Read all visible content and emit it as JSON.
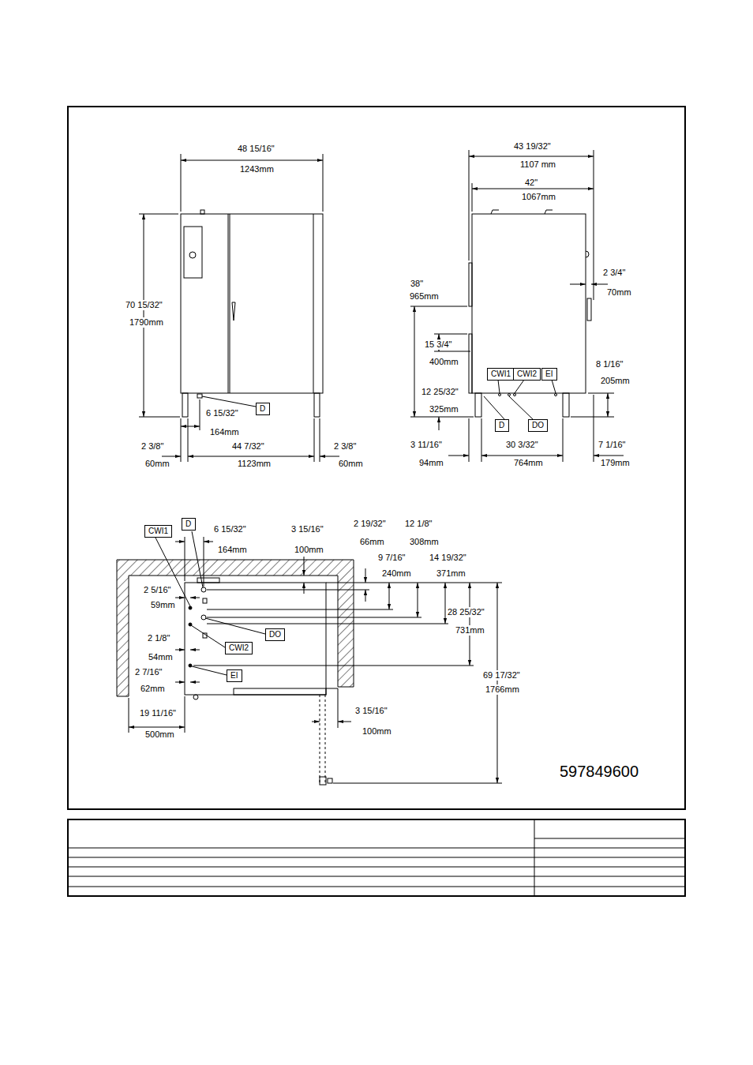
{
  "diagram": {
    "nodes": [
      {
        "text": [
          "D"
        ]
      },
      {
        "text": [
          "CWI1"
        ]
      },
      {
        "text": [
          "CWI2"
        ]
      },
      {
        "text": [
          "EI"
        ]
      },
      {
        "text": [
          "D"
        ]
      },
      {
        "text": [
          "DO"
        ]
      },
      {
        "text": [
          "CWI1"
        ]
      },
      {
        "text": [
          "D"
        ]
      },
      {
        "text": [
          "DO"
        ]
      },
      {
        "text": [
          "CWI2"
        ]
      },
      {
        "text": [
          "EI"
        ]
      }
    ],
    "labels": [
      "48 15/16\"",
      "1243mm",
      "70 15/32\"",
      "1790mm",
      "6 15/32\"",
      "164mm",
      "2 3/8\"",
      "60mm",
      "44 7/32\"",
      "1123mm",
      "2 3/8\"",
      "60mm",
      "43 19/32\"",
      "1107 mm",
      "42\"",
      "1067mm",
      "38\"",
      "965mm",
      "15 3/4\"",
      "400mm",
      "12 25/32\"",
      "325mm",
      "2 3/4\"",
      "70mm",
      "8 1/16\"",
      "205mm",
      "3 11/16\"",
      "94mm",
      "30 3/32\"",
      "764mm",
      "7 1/16\"",
      "179mm",
      "6 15/32\"",
      "164mm",
      "3 15/16\"",
      "100mm",
      "2 19/32\"",
      "66mm",
      "12 1/8\"",
      "308mm",
      "9 7/16\"",
      "240mm",
      "14 19/32\"",
      "371mm",
      "2 5/16\"",
      "59mm",
      "28 25/32\"",
      "731mm",
      "2 1/8\"",
      "54mm",
      "2 7/16\"",
      "62mm",
      "69 17/32\"",
      "1766mm",
      "19 11/16\"",
      "500mm",
      "3 15/16\"",
      "100mm",
      "597849600"
    ]
  }
}
